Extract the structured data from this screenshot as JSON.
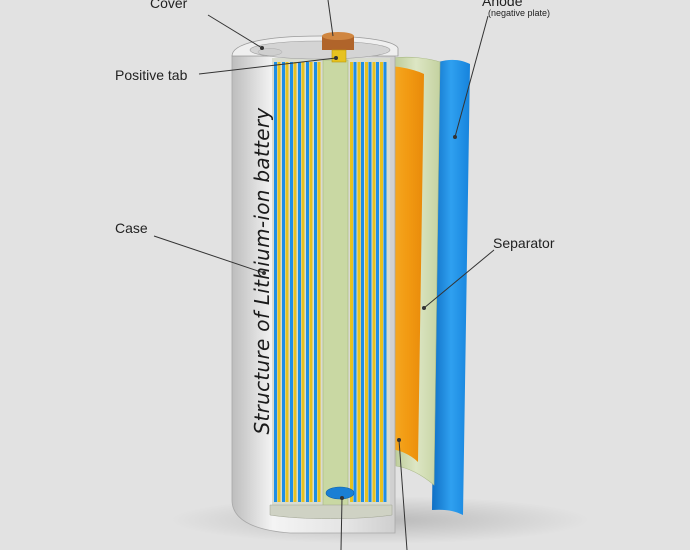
{
  "title": "Structure of Lithium-ion battery",
  "labels": {
    "cover": "Cover",
    "positive_tab": "Positive tab",
    "case": "Case",
    "anode": "Anode",
    "anode_sub": "(negative plate)",
    "separator": "Separator"
  },
  "colors": {
    "background": "#e2e2e2",
    "case": "#ededed",
    "anode": "#1e8ee6",
    "cathode": "#f2a21b",
    "separator": "#c8d6a6",
    "tab": "#e7c21f",
    "cover_terminal": "#b0642a"
  }
}
